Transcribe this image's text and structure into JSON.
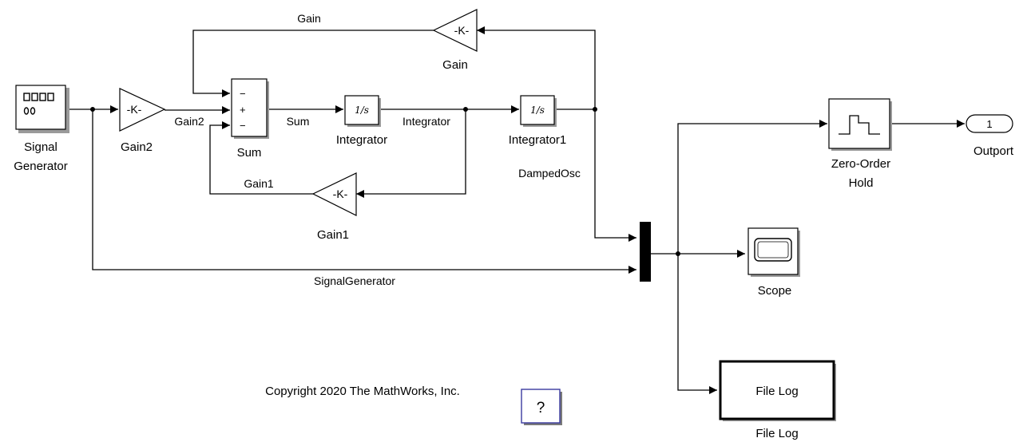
{
  "blocks": {
    "signal_generator": {
      "label_line1": "Signal",
      "label_line2": "Generator"
    },
    "gain2": {
      "label": "Gain2",
      "symbol": "-K-"
    },
    "sum": {
      "label": "Sum",
      "signs": [
        "−",
        "+",
        "−"
      ]
    },
    "integrator": {
      "label": "Integrator",
      "symbol": "1/s"
    },
    "integrator1": {
      "label": "Integrator1",
      "symbol": "1/s"
    },
    "gain": {
      "label": "Gain",
      "symbol": "-K-"
    },
    "gain1": {
      "label": "Gain1",
      "symbol": "-K-"
    },
    "zero_order_hold": {
      "label_line1": "Zero-Order",
      "label_line2": "Hold"
    },
    "outport": {
      "label": "Outport",
      "number": "1"
    },
    "scope": {
      "label": "Scope"
    },
    "file_log": {
      "label": "File Log",
      "text": "File Log"
    },
    "help": {
      "symbol": "?"
    }
  },
  "signals": {
    "gain": "Gain",
    "gain2": "Gain2",
    "sum": "Sum",
    "integrator": "Integrator",
    "gain1": "Gain1",
    "damped_osc": "DampedOsc",
    "signal_generator": "SignalGenerator"
  },
  "copyright": "Copyright 2020 The MathWorks, Inc."
}
